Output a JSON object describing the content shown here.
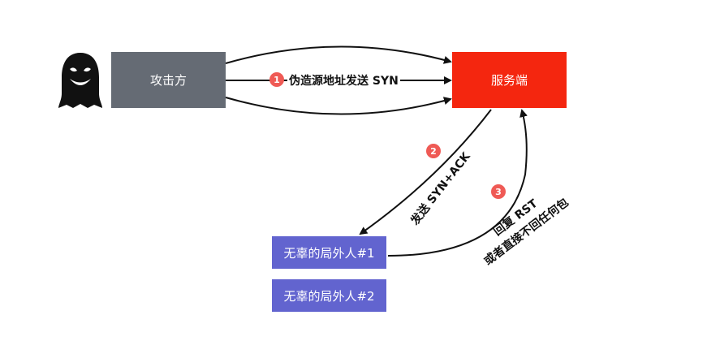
{
  "nodes": {
    "attacker": "攻击方",
    "server": "服务端",
    "innocent_1": "无辜的局外人#1",
    "innocent_2": "无辜的局外人#2"
  },
  "steps": [
    {
      "number": "1",
      "label": "伪造源地址发送 SYN"
    },
    {
      "number": "2",
      "label": "发送 SYN+ACK"
    },
    {
      "number": "3",
      "line1": "回复 RST",
      "line2": "或者直接不回任何包"
    }
  ],
  "icons": [
    "ghost-icon"
  ],
  "colors": {
    "attacker": "#656b74",
    "server": "#f4260f",
    "innocent": "#6264cf",
    "step_badge": "#ef5a55"
  }
}
